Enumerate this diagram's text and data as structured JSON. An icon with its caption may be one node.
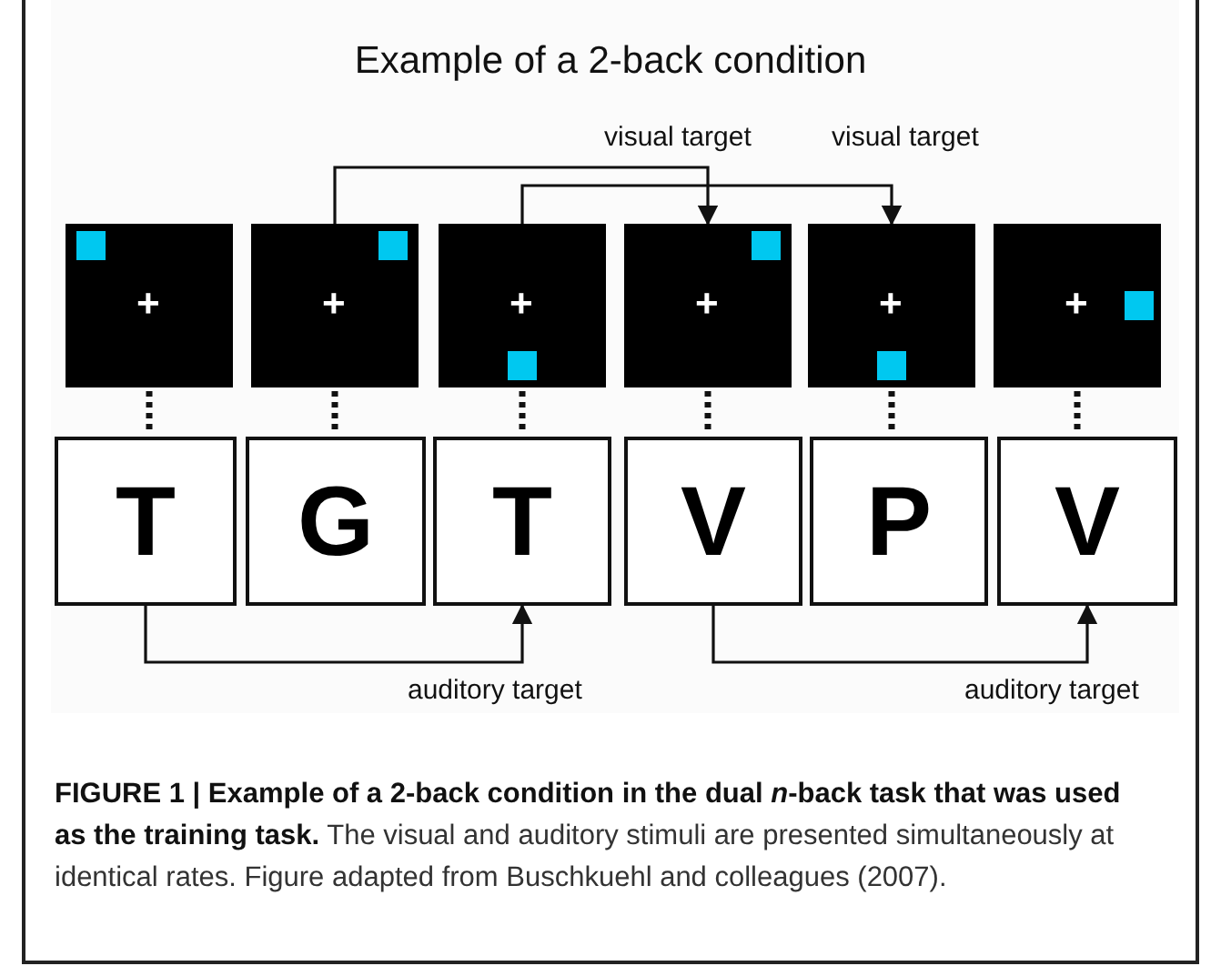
{
  "diagram": {
    "title": "Example of a 2-back condition",
    "caption": "**FIGURE 1 | Example of a 2-back condition in the dual *n*-back task that was used as the training task.** The visual and auditory stimuli are presented simultaneously at identical rates. Figure adapted from Buschkuehl and colleagues (2007).",
    "nodes": [
      {
        "text": [
          "+"
        ]
      },
      {
        "text": [
          "+"
        ]
      },
      {
        "text": [
          "+"
        ]
      },
      {
        "text": [
          "+"
        ]
      },
      {
        "text": [
          "+"
        ]
      },
      {
        "text": [
          "+"
        ]
      },
      {
        "text": [
          "T"
        ]
      },
      {
        "text": [
          "G"
        ]
      },
      {
        "text": [
          "T"
        ]
      },
      {
        "text": [
          "V"
        ]
      },
      {
        "text": [
          "P"
        ]
      },
      {
        "text": [
          "V"
        ]
      }
    ],
    "edges": [
      {
        "from": 1,
        "to": 3,
        "arrow": "to",
        "label": "visual target"
      },
      {
        "from": 2,
        "to": 4,
        "arrow": "to",
        "label": "visual target"
      },
      {
        "from": 6,
        "to": 8,
        "arrow": "to",
        "label": "auditory target"
      },
      {
        "from": 9,
        "to": 11,
        "arrow": "to",
        "label": "auditory target"
      },
      {
        "from": 0,
        "to": 6,
        "arrow": "none",
        "style": "dashed"
      },
      {
        "from": 1,
        "to": 7,
        "arrow": "none",
        "style": "dashed"
      },
      {
        "from": 2,
        "to": 8,
        "arrow": "none",
        "style": "dashed"
      },
      {
        "from": 3,
        "to": 9,
        "arrow": "none",
        "style": "dashed"
      },
      {
        "from": 4,
        "to": 10,
        "arrow": "none",
        "style": "dashed"
      },
      {
        "from": 5,
        "to": 11,
        "arrow": "none",
        "style": "dashed"
      }
    ]
  }
}
